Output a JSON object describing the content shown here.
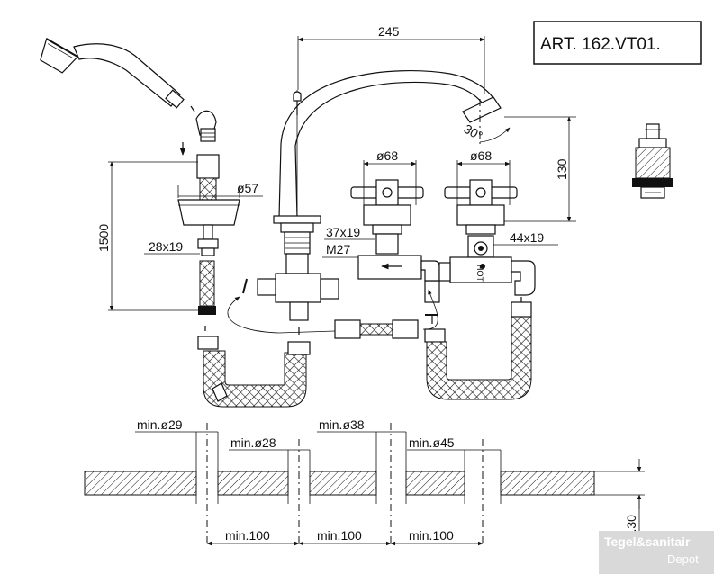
{
  "article_label": "ART.  162.VT01.",
  "dimensions": {
    "spout_width": "245",
    "spout_height": "130",
    "spout_angle": "30°",
    "hose_length": "1500",
    "shower_base_diameter": "ø57",
    "shower_thread": "28x19",
    "handle_left_diameter": "ø68",
    "handle_right_diameter": "ø68",
    "valve_thread_left": "37x19",
    "nut_thread": "M27",
    "valve_thread_right": "44x19",
    "hot_label": "HOT"
  },
  "holes": {
    "hole1": "min.ø29",
    "hole2": "min.ø28",
    "hole3": "min.ø38",
    "hole4": "min.ø45",
    "spacing1": "min.100",
    "spacing2": "min.100",
    "spacing3": "min.100",
    "deck_thickness": "max.30"
  },
  "brand": {
    "name": "Tegel&sanitair",
    "sub": "Depot"
  }
}
